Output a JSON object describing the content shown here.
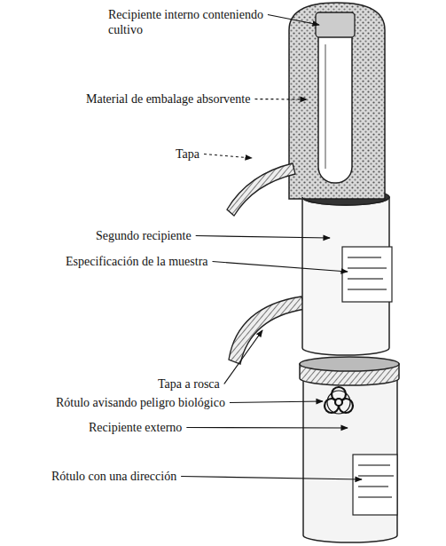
{
  "diagram": {
    "labels": [
      "Recipiente interno conteniendo cultivo",
      "Material de embalage absorvente",
      "Tapa",
      "Segundo recipiente",
      "Especificación de la muestra",
      "Tapa a rosca",
      "Rótulo avisando peligro biológico",
      "Recipiente externo",
      "Rótulo con una dirección"
    ]
  }
}
